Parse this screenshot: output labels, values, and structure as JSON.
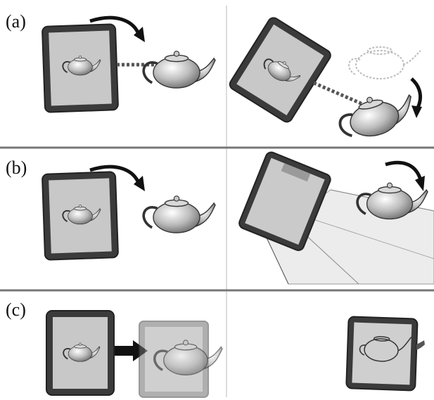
{
  "panels": [
    {
      "label": "(a)"
    },
    {
      "label": "(b)"
    },
    {
      "label": "(c)"
    }
  ],
  "colors": {
    "frame": "#3b3b3b",
    "screen": "#c8c8c8",
    "divider": "#777777",
    "light_beam": "#e6e6e6"
  },
  "icons": [
    "tablet-icon",
    "teapot-icon",
    "rotate-arrow-icon",
    "sight-line-icon",
    "light-beam-icon"
  ]
}
